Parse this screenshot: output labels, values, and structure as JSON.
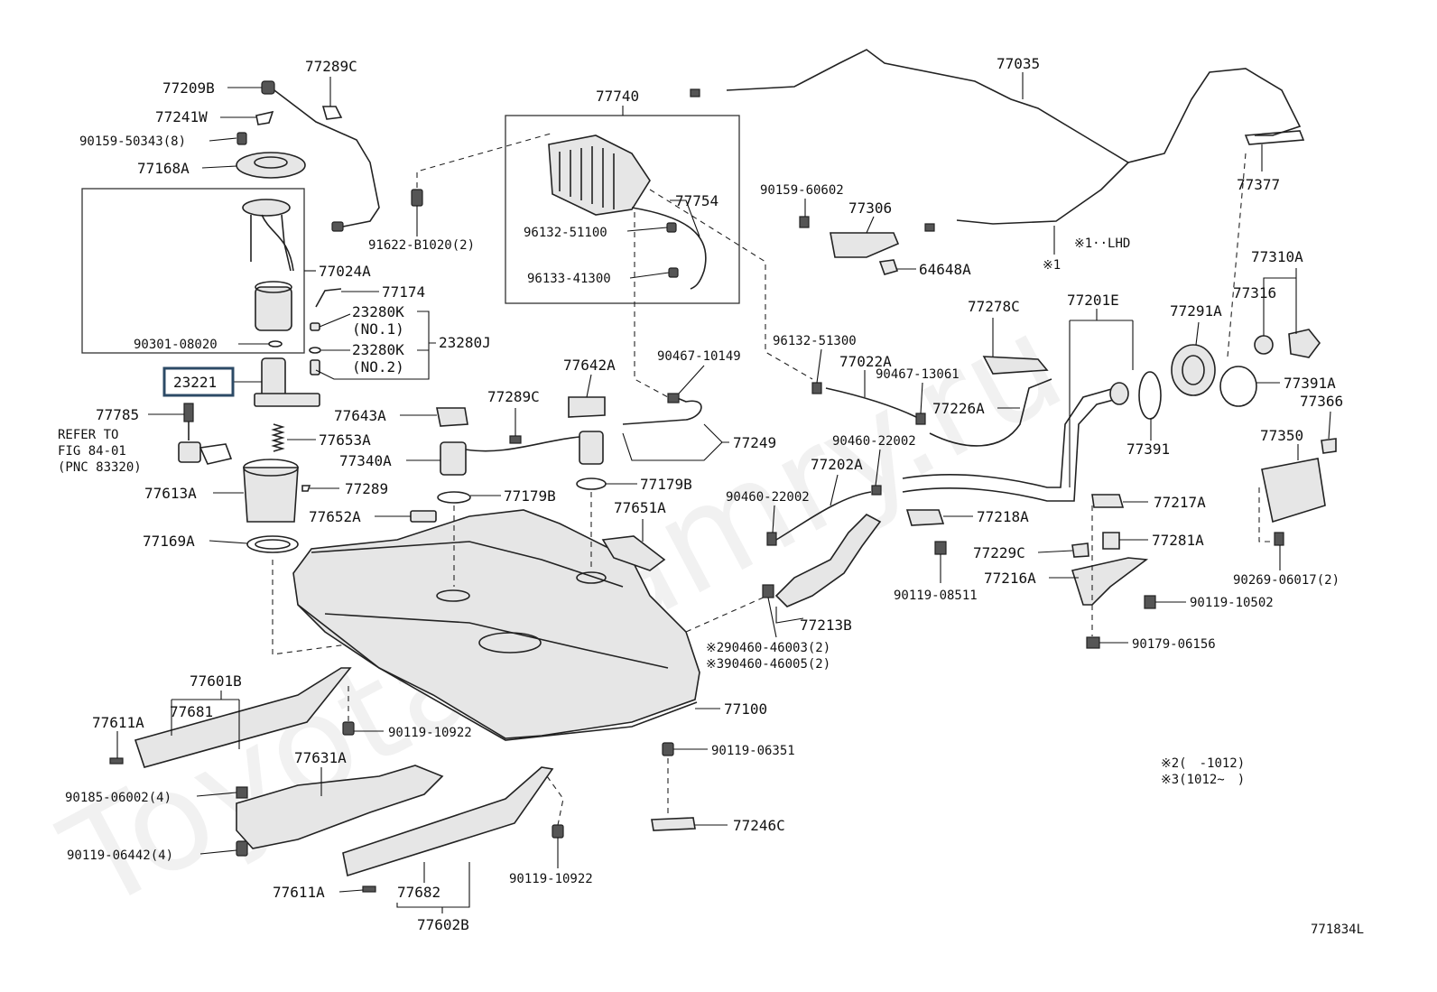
{
  "diagram": {
    "watermark": "Toyota-Camry.ru",
    "labels": {
      "p77209B": "77209B",
      "p77289C_top": "77289C",
      "p77241W": "77241W",
      "p90159_50343": "90159-50343(8)",
      "p77168A": "77168A",
      "p77024A": "77024A",
      "p77174": "77174",
      "p23280K_1": "23280K",
      "no1": "(NO.1)",
      "p23280J": "23280J",
      "p90301_08020": "90301-08020",
      "p23280K_2": "23280K",
      "no2": "(NO.2)",
      "p23221": "23221",
      "p77785": "77785",
      "refer1": "REFER TO",
      "refer2": "FIG 84-01",
      "refer3": "(PNC 83320)",
      "p77653A": "77653A",
      "p77613A": "77613A",
      "p77289": "77289",
      "p77169A": "77169A",
      "p77740": "77740",
      "p77754": "77754",
      "p96132_51100": "96132-51100",
      "p96133_41300": "96133-41300",
      "p91622_B1020": "91622-B1020(2)",
      "p77035": "77035",
      "p77377": "77377",
      "lhd": "※1··LHD",
      "mark1": "※1",
      "p90159_60602": "90159-60602",
      "p77306": "77306",
      "p64648A": "64648A",
      "p77642A": "77642A",
      "p90467_10149": "90467-10149",
      "p77289C_mid": "77289C",
      "p77643A": "77643A",
      "p77340A": "77340A",
      "p77249": "77249",
      "p77179B_l": "77179B",
      "p77179B_r": "77179B",
      "p77652A": "77652A",
      "p77651A": "77651A",
      "p77278C": "77278C",
      "p77201E": "77201E",
      "p96132_51300": "96132-51300",
      "p77022A": "77022A",
      "p90467_13061": "90467-13061",
      "p77226A": "77226A",
      "p90460_22002_a": "90460-22002",
      "p77202A": "77202A",
      "p90460_22002_b": "90460-22002",
      "p77218A": "77218A",
      "p77229C": "77229C",
      "p77216A": "77216A",
      "p90119_08511": "90119-08511",
      "p77213B": "77213B",
      "p90460_46003": "※290460-46003(2)",
      "p90460_46005": "※390460-46005(2)",
      "p77310A": "77310A",
      "p77316": "77316",
      "p77291A": "77291A",
      "p77391A": "77391A",
      "p77391": "77391",
      "p77366": "77366",
      "p77350": "77350",
      "p77217A": "77217A",
      "p77281A": "77281A",
      "p90269_06017": "90269-06017(2)",
      "p90119_10502": "90119-10502",
      "p90179_06156": "90179-06156",
      "p77100": "77100",
      "p77601B": "77601B",
      "p77681": "77681",
      "p77611A_top": "77611A",
      "p90119_10922_a": "90119-10922",
      "p77631A": "77631A",
      "p90185_06002": "90185-06002(4)",
      "p90119_06442": "90119-06442(4)",
      "p90119_06351": "90119-06351",
      "p77246C": "77246C",
      "p90119_10922_b": "90119-10922",
      "p77611A_bot": "77611A",
      "p77682": "77682",
      "p77602B": "77602B",
      "note2": "※2(　-1012)",
      "note3": "※3(1012~　)",
      "code": "771834L"
    }
  }
}
